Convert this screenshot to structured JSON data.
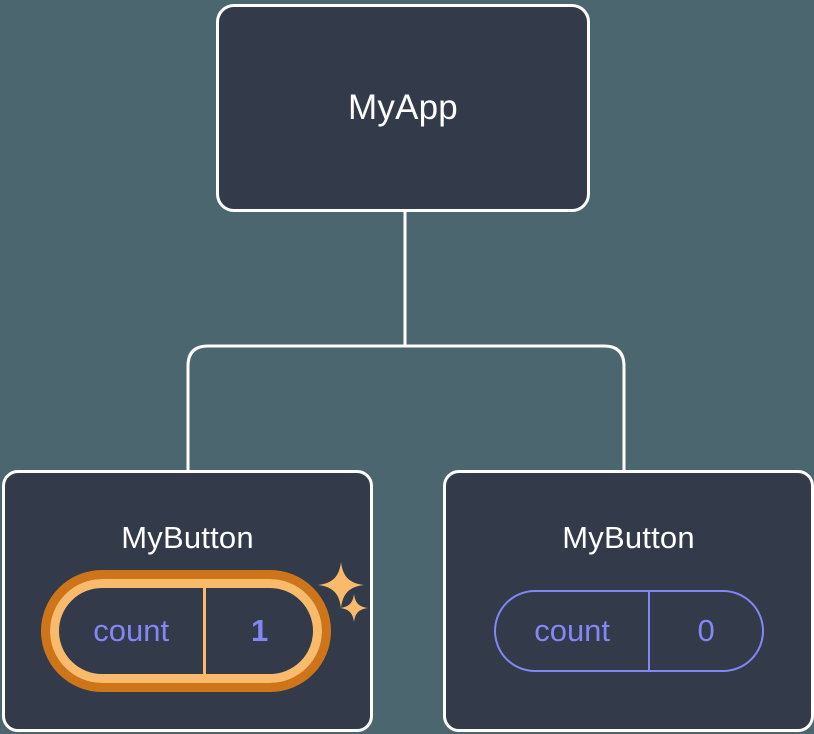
{
  "diagram": {
    "type": "component-tree",
    "background_color": "#4c6670",
    "node_fill_color": "#333a49",
    "node_border_color": "#ffffff",
    "accent_highlight_color": "#f9bb6b",
    "accent_highlight_outer_color": "#cf7519",
    "state_text_color": "#8287f5",
    "title_text_color": "#ffffff"
  },
  "root": {
    "title": "MyApp"
  },
  "children": [
    {
      "title": "MyButton",
      "state": {
        "key": "count",
        "value": "1"
      },
      "highlighted": true,
      "sparkles": 2
    },
    {
      "title": "MyButton",
      "state": {
        "key": "count",
        "value": "0"
      },
      "highlighted": false,
      "sparkles": 0
    }
  ]
}
